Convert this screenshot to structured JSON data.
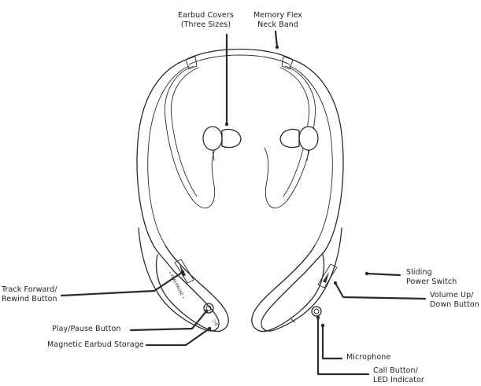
{
  "labels": {
    "earbud_covers": [
      "Earbud Covers",
      "(Three Sizes)"
    ],
    "neck_band": [
      "Memory Flex",
      "Neck Band"
    ],
    "track": [
      "Track Forward/",
      "Rewind Button"
    ],
    "play_pause": "Play/Pause Button",
    "magnetic": "Magnetic Earbud Storage",
    "sliding": [
      "Sliding",
      "Power Switch"
    ],
    "volume": [
      "Volume Up/",
      "Down Button"
    ],
    "microphone": "Microphone",
    "call": [
      "Call Button/",
      "LED Indicator"
    ]
  },
  "device_markings": {
    "left_pod": "« PLAY/PAUSE »",
    "left_pod_lower": "▷II"
  },
  "colors": {
    "ink": "#2b2b2b",
    "background": "#ffffff"
  }
}
